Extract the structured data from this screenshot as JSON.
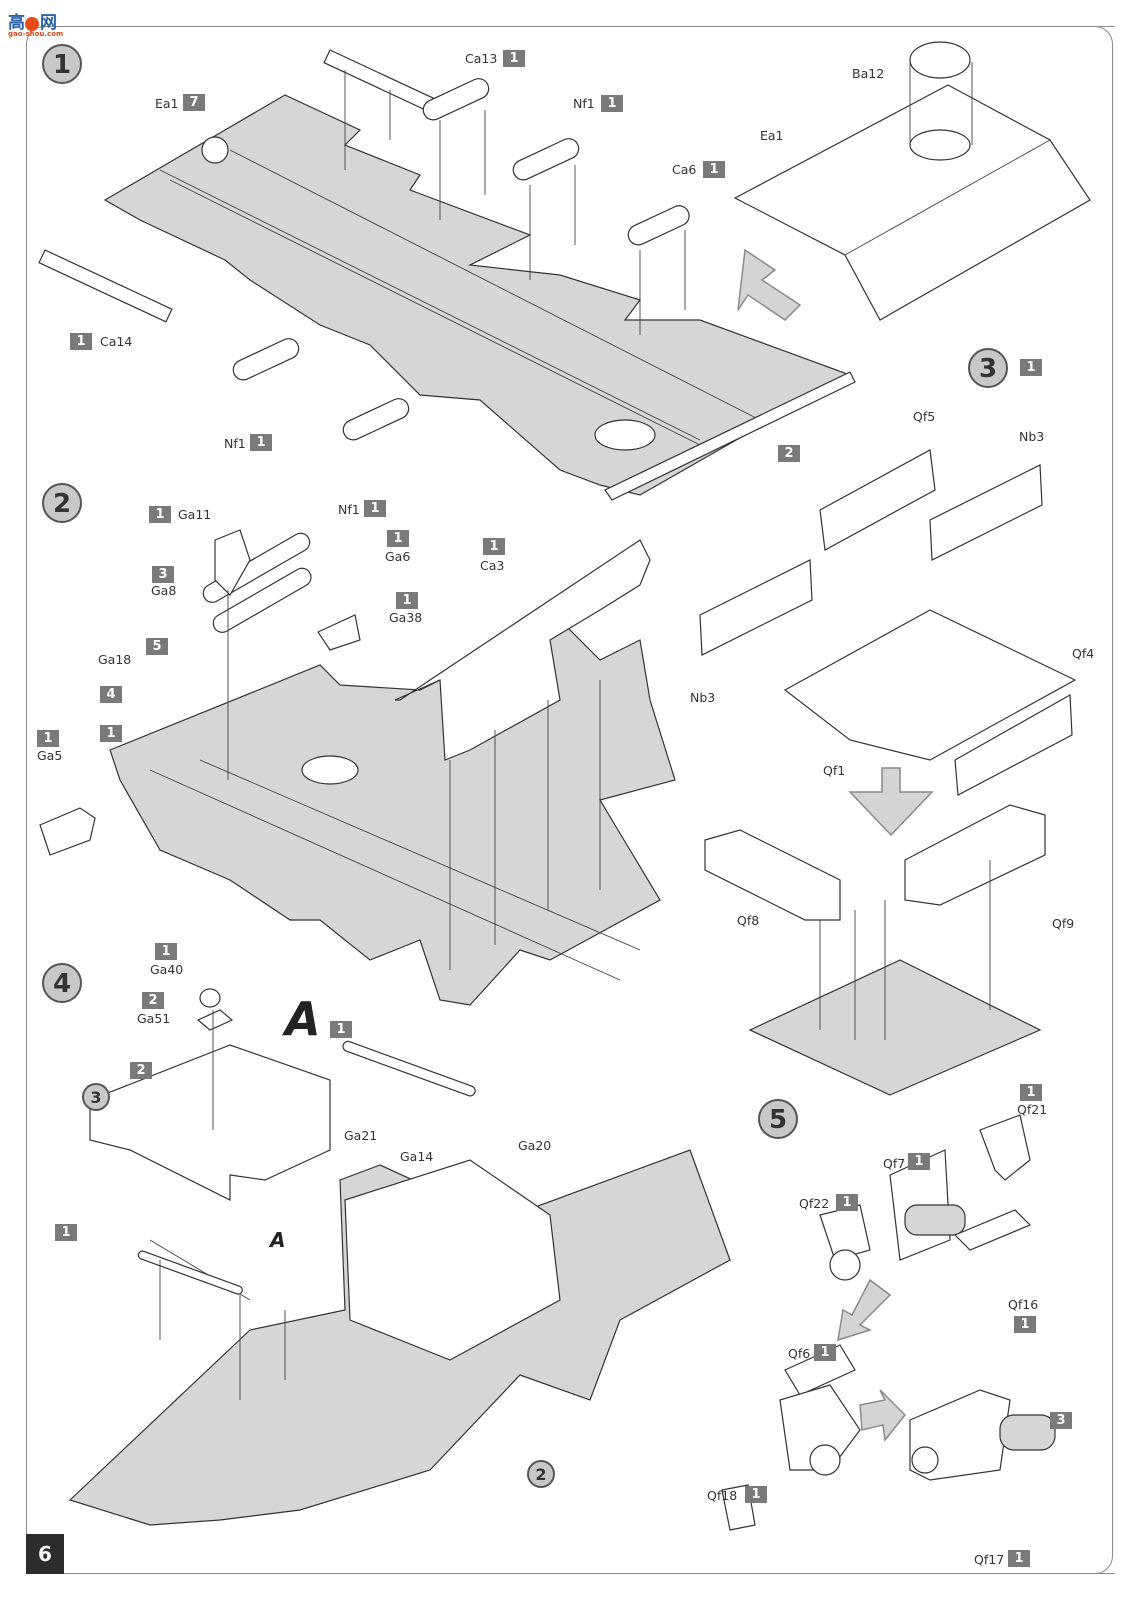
{
  "watermark": {
    "logo_text": "高",
    "logo_text2": "网",
    "site": "gao-shou.com"
  },
  "page": {
    "number": "6"
  },
  "steps": [
    {
      "number": "1",
      "qty": ""
    },
    {
      "number": "2",
      "qty": ""
    },
    {
      "number": "3",
      "qty": "1"
    },
    {
      "number": "4",
      "qty": ""
    },
    {
      "number": "5",
      "qty": ""
    }
  ],
  "step1": {
    "callouts": [
      {
        "part": "Ea1",
        "qty": "7"
      },
      {
        "part": "Ca13",
        "qty": "1"
      },
      {
        "part": "Nf1",
        "qty": "1"
      },
      {
        "part": "Ca6",
        "qty": "1"
      },
      {
        "part": "Ca14",
        "qty": "1"
      },
      {
        "part": "Nf1",
        "qty": "1"
      },
      {
        "part": "Nf1",
        "qty": "1"
      },
      {
        "part": "Ba12",
        "qty": ""
      },
      {
        "part": "Ea1",
        "qty": ""
      }
    ],
    "assembly_qty": "2"
  },
  "step2": {
    "callouts": [
      {
        "part": "Ga11",
        "qty": "1"
      },
      {
        "part": "Ga8",
        "qty": "3"
      },
      {
        "part": "Ga18",
        "qty": ""
      },
      {
        "part": "",
        "qty": "5"
      },
      {
        "part": "",
        "qty": "4"
      },
      {
        "part": "",
        "qty": "1"
      },
      {
        "part": "Ga5",
        "qty": "1"
      },
      {
        "part": "Ga6",
        "qty": "1"
      },
      {
        "part": "Ga38",
        "qty": "1"
      },
      {
        "part": "Ca3",
        "qty": "1"
      }
    ]
  },
  "step3": {
    "callouts": [
      {
        "part": "Qf5"
      },
      {
        "part": "Nb3"
      },
      {
        "part": "Nb3"
      },
      {
        "part": "Qf4"
      },
      {
        "part": "Qf1"
      },
      {
        "part": "Qf8"
      },
      {
        "part": "Qf9"
      }
    ]
  },
  "step4": {
    "callouts": [
      {
        "part": "Ga40",
        "qty": "1"
      },
      {
        "part": "Ga51",
        "qty": "2"
      },
      {
        "part": "",
        "qty": "2"
      },
      {
        "part": "",
        "qty": "1"
      }
    ],
    "sub_step_ref": "3",
    "assembly_ref": "2",
    "subassembly": {
      "label": "A",
      "qty": "1",
      "parts": [
        "Ga21",
        "Ga14",
        "Ga20"
      ]
    },
    "placement_label": "A"
  },
  "step5": {
    "callouts": [
      {
        "part": "Qf21",
        "qty": "1"
      },
      {
        "part": "Qf7",
        "qty": "1"
      },
      {
        "part": "Qf22",
        "qty": "1"
      },
      {
        "part": "Qf16",
        "qty": "1"
      },
      {
        "part": "Qf6",
        "qty": "1"
      },
      {
        "part": "Qf18",
        "qty": "1"
      },
      {
        "part": "",
        "qty": "3"
      },
      {
        "part": "Qf17",
        "qty": "1"
      }
    ]
  }
}
